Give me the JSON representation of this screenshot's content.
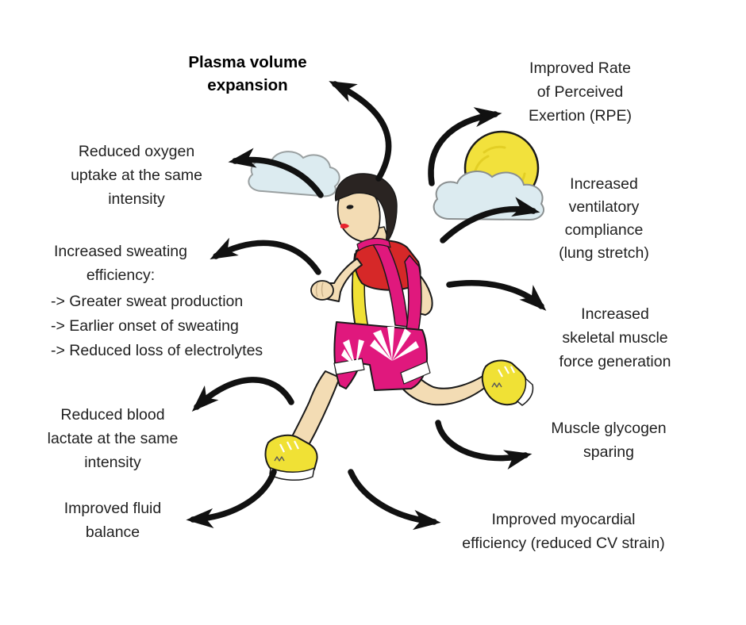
{
  "diagram": {
    "type": "radial-benefits-infographic",
    "subject": "Physiological training adaptations around a running figure",
    "center_illustration": "cartoon man running with sun and clouds"
  },
  "labels": [
    {
      "id": "plasma-volume-expansion",
      "bold": true,
      "text": "Plasma volume\nexpansion"
    },
    {
      "id": "improved-rpe",
      "text": "Improved Rate\nof Perceived\nExertion (RPE)"
    },
    {
      "id": "reduced-oxygen-uptake",
      "text": "Reduced oxygen\nuptake at the same\nintensity"
    },
    {
      "id": "increased-ventilatory-compliance",
      "text": "Increased\nventilatory\ncompliance\n(lung stretch)"
    },
    {
      "id": "increased-sweating-efficiency",
      "heading": "Increased sweating\nefficiency:",
      "bullets": "-> Greater sweat production\n-> Earlier onset of sweating\n-> Reduced loss of electrolytes"
    },
    {
      "id": "increased-skeletal-muscle-force",
      "text": "Increased\nskeletal muscle\nforce generation"
    },
    {
      "id": "reduced-blood-lactate",
      "text": "Reduced blood\nlactate at the same\nintensity"
    },
    {
      "id": "muscle-glycogen-sparing",
      "text": "Muscle glycogen\nsparing"
    },
    {
      "id": "improved-fluid-balance",
      "text": "Improved fluid\nbalance"
    },
    {
      "id": "improved-myocardial-efficiency",
      "text": "Improved myocardial\nefficiency (reduced CV strain)"
    }
  ],
  "illustration": {
    "icons": [
      "sun-icon",
      "cloud-icon-left",
      "cloud-icon-right",
      "runner-figure",
      "curved-arrow x10"
    ],
    "colors": {
      "text": "#212121",
      "arrow": "#111111",
      "sun": "#F2E13C",
      "cloud": "#DCEBF0",
      "skin": "#F3DCB4",
      "hair": "#2A2422",
      "vest": "#E0187D",
      "sleeve_red": "#D62828",
      "stripe_yellow": "#F0E135",
      "shoes_yellow": "#F0E135",
      "shorts": "#E0187D"
    }
  }
}
